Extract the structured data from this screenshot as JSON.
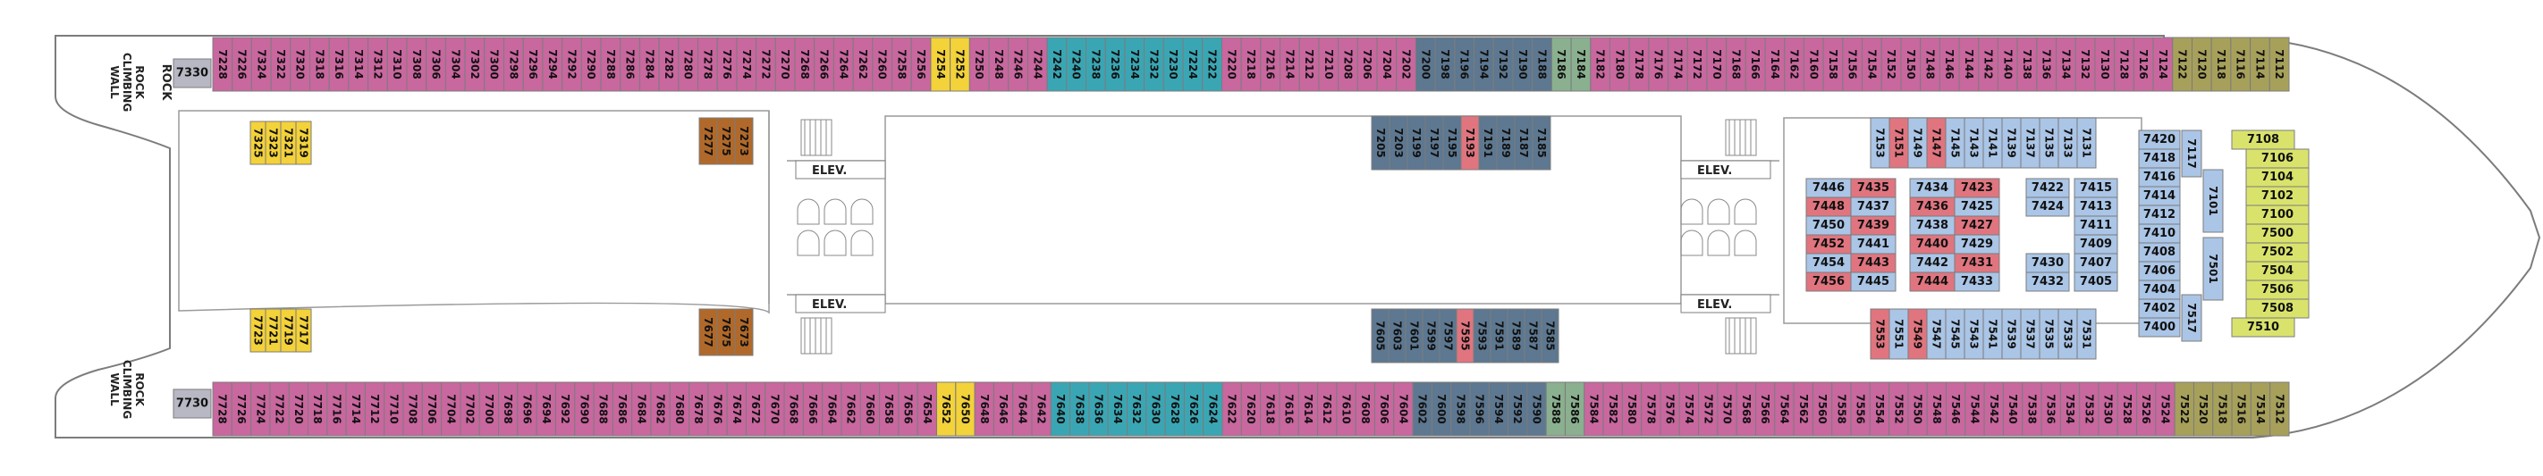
{
  "deck_labels": {
    "rock_climbing_wall": [
      "ROCK",
      "CLIMBING",
      "WALL"
    ],
    "elevator": "ELEV."
  },
  "colors": {
    "magenta": "#c9679f",
    "teal": "#3aa6b4",
    "yellow": "#f3d23a",
    "purple": "#8f73b8",
    "slate": "#5d7890",
    "sage": "#8ab08f",
    "light_blue": "#aac5e6",
    "salmon": "#e0757f",
    "olive": "#a7a05a",
    "lime": "#d9e36c",
    "brown": "#b0692a",
    "gray": "#b8b8c4",
    "outline": "#7c7c7c"
  },
  "port_cabins": [
    "7228",
    "7226",
    "7324",
    "7322",
    "7320",
    "7318",
    "7316",
    "7314",
    "7312",
    "7310",
    "7308",
    "7306",
    "7304",
    "7302",
    "7300",
    "7298",
    "7296",
    "7294",
    "7292",
    "7290",
    "7288",
    "7286",
    "7284",
    "7282",
    "7280",
    "7278",
    "7276",
    "7274",
    "7272",
    "7270",
    "7268",
    "7266",
    "7264",
    "7262",
    "7260",
    "7258",
    "7256",
    "7254",
    "7252",
    "7250",
    "7248",
    "7246",
    "7244",
    "7242",
    "7240",
    "7238",
    "7236",
    "7234",
    "7232",
    "7230",
    "7224",
    "7222",
    "7220",
    "7218",
    "7216",
    "7214",
    "7212",
    "7210",
    "7208",
    "7206",
    "7204",
    "7202",
    "7200",
    "7198",
    "7196",
    "7194",
    "7192",
    "7190",
    "7188",
    "7186",
    "7184",
    "7182",
    "7180",
    "7178",
    "7176",
    "7174",
    "7172",
    "7170",
    "7168",
    "7166",
    "7164",
    "7162",
    "7160",
    "7158",
    "7156",
    "7154",
    "7152",
    "7150",
    "7148",
    "7146",
    "7144",
    "7142",
    "7140",
    "7138",
    "7136",
    "7134",
    "7132",
    "7130",
    "7128",
    "7126",
    "7124",
    "7122",
    "7120",
    "7118",
    "7116",
    "7114",
    "7112"
  ],
  "starboard_cabins": [
    "7728",
    "7726",
    "7724",
    "7722",
    "7720",
    "7718",
    "7716",
    "7714",
    "7712",
    "7710",
    "7708",
    "7706",
    "7704",
    "7702",
    "7700",
    "7698",
    "7696",
    "7694",
    "7692",
    "7690",
    "7688",
    "7686",
    "7684",
    "7682",
    "7680",
    "7678",
    "7676",
    "7674",
    "7672",
    "7670",
    "7668",
    "7666",
    "7664",
    "7662",
    "7660",
    "7658",
    "7656",
    "7654",
    "7652",
    "7650",
    "7648",
    "7646",
    "7644",
    "7642",
    "7640",
    "7638",
    "7636",
    "7634",
    "7632",
    "7630",
    "7628",
    "7626",
    "7624",
    "7622",
    "7620",
    "7618",
    "7616",
    "7614",
    "7612",
    "7610",
    "7608",
    "7606",
    "7604",
    "7602",
    "7600",
    "7598",
    "7596",
    "7594",
    "7592",
    "7590",
    "7588",
    "7586",
    "7584",
    "7582",
    "7580",
    "7578",
    "7576",
    "7574",
    "7572",
    "7570",
    "7568",
    "7566",
    "7564",
    "7562",
    "7560",
    "7558",
    "7556",
    "7554",
    "7552",
    "7550",
    "7548",
    "7546",
    "7544",
    "7542",
    "7540",
    "7538",
    "7536",
    "7534",
    "7532",
    "7530",
    "7528",
    "7526",
    "7524",
    "7522",
    "7520",
    "7518",
    "7516",
    "7514",
    "7512"
  ],
  "end_cabins": {
    "port": "7330",
    "starboard": "7730"
  },
  "inner_top_left": [
    "7325",
    "7323",
    "7321",
    "7319"
  ],
  "inner_top_brown": [
    "7277",
    "7275",
    "7273"
  ],
  "inner_bot_left": [
    "7723",
    "7721",
    "7719",
    "7717"
  ],
  "inner_bot_brown": [
    "7677",
    "7675",
    "7673"
  ],
  "mid_top": [
    "7205",
    "7203",
    "7199",
    "7197",
    "7195",
    "7193",
    "7191",
    "7189",
    "7187",
    "7185"
  ],
  "mid_bot": [
    "7605",
    "7603",
    "7601",
    "7599",
    "7597",
    "7595",
    "7593",
    "7591",
    "7589",
    "7587",
    "7585"
  ],
  "fwd_top_row": [
    "7153",
    "7151",
    "7149",
    "7147",
    "7145",
    "7143",
    "7141",
    "7139",
    "7137",
    "7135",
    "7133",
    "7131"
  ],
  "fwd_bot_row": [
    "7553",
    "7551",
    "7549",
    "7547",
    "7545",
    "7543",
    "7541",
    "7539",
    "7537",
    "7535",
    "7533",
    "7531"
  ],
  "atrium_left": [
    "7446",
    "7448",
    "7450",
    "7452",
    "7454",
    "7456"
  ],
  "atrium_mid": [
    "7435",
    "7437",
    "7439",
    "7441",
    "7443",
    "7445"
  ],
  "atrium_right_a": [
    "7434",
    "7436",
    "7438",
    "7440",
    "7442",
    "7444"
  ],
  "atrium_right_b": [
    "7423",
    "7425",
    "7427",
    "7429",
    "7431",
    "7433"
  ],
  "fwd_block_a": [
    "7422",
    "7424"
  ],
  "fwd_block_b": [
    "7415",
    "7413",
    "7411",
    "7409",
    "7407",
    "7405"
  ],
  "fwd_block_c": [
    "7430",
    "7432"
  ],
  "fwd_column": [
    "7420",
    "7418",
    "7416",
    "7414",
    "7412",
    "7410",
    "7408",
    "7406",
    "7404",
    "7402",
    "7400"
  ],
  "fwd_tall": [
    "7117",
    "7101",
    "7501",
    "7517"
  ],
  "bow_suites": [
    "7108",
    "7106",
    "7104",
    "7102",
    "7100",
    "7500",
    "7502",
    "7504",
    "7506",
    "7508",
    "7510"
  ]
}
